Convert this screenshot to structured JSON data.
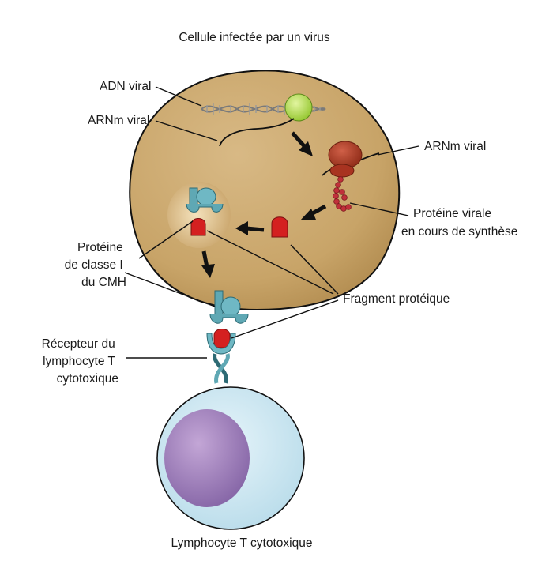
{
  "labels": {
    "infected_cell": "Cellule infectée par un virus",
    "viral_dna": "ADN viral",
    "viral_mrna_left": "ARNm viral",
    "viral_mrna_right": "ARNm viral",
    "viral_protein": [
      "Protéine virale",
      "en cours de synthèse"
    ],
    "mhc_protein": [
      "Protéine",
      "de classe I",
      "du CMH"
    ],
    "protein_fragment": "Fragment protéique",
    "tcell_receptor": [
      "Récepteur du",
      "lymphocyte T",
      "cytotoxique"
    ],
    "tcell": "Lymphocyte T cytotoxique"
  },
  "colors": {
    "cell_body": "#c8a468",
    "cell_outline": "#111111",
    "er_vesicle": "#e8cc98",
    "dna": "#8a8a8a",
    "dna_virus_head": "#a8d640",
    "ribosome": "#b53a22",
    "protein_chain": "#c0303a",
    "fragment": "#d42020",
    "mhc": "#5fa8b4",
    "tcell_cytoplasm": "#cde8f2",
    "tcell_nucleus": "#9c7bb8"
  }
}
